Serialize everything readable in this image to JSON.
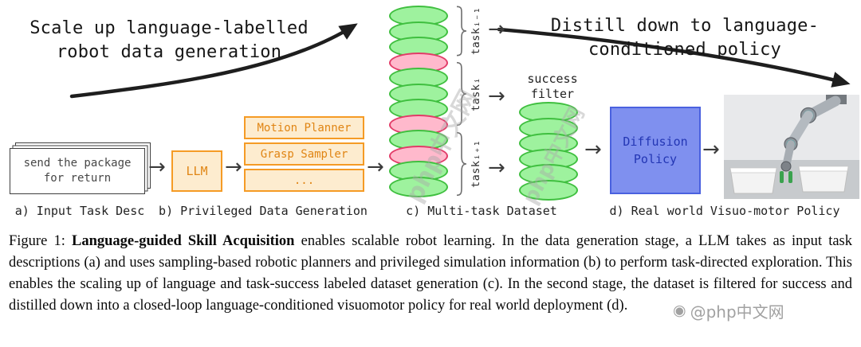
{
  "diagram": {
    "scale_up_line1": "Scale up language-labelled",
    "scale_up_line2": "robot data generation",
    "distill_line1": "Distill down to language-",
    "distill_line2": "conditioned policy",
    "input_card_line1": "send the package",
    "input_card_line2": "for return",
    "label_a": "a) Input Task Desc",
    "llm_label": "LLM",
    "planner_box1": "Motion Planner",
    "planner_box2": "Grasp Sampler",
    "planner_box3": "...",
    "label_b": "b) Privileged Data Generation",
    "dataset_disks": [
      "green",
      "green",
      "green",
      "pink",
      "green",
      "green",
      "green",
      "pink",
      "green",
      "pink",
      "green",
      "green"
    ],
    "task_label_prev": "taskᵢ₋₁",
    "task_label_cur": "taskᵢ",
    "task_label_next": "taskᵢ₊₁",
    "label_c": "c) Multi-task Dataset",
    "success_filter_line1": "success",
    "success_filter_line2": "filter",
    "filtered_disks": [
      "green",
      "green",
      "green",
      "green",
      "green",
      "green"
    ],
    "policy_line1": "Diffusion",
    "policy_line2": "Policy",
    "label_d": "d) Real world Visuo-motor Policy",
    "arrow_glyph": "→"
  },
  "colors": {
    "orange_border": "#f59b25",
    "orange_fill": "#fdeccf",
    "orange_text": "#e08514",
    "green_fill": "#9ef29e",
    "green_border": "#3fbf3f",
    "pink_fill": "#ffb9cc",
    "pink_border": "#e23b68",
    "blue_fill": "#7f90ef",
    "blue_border": "#4a61df",
    "blue_text": "#2336b4"
  },
  "watermarks": {
    "diagonal_text": "php中文网",
    "badge_logo_glyph": "◉",
    "badge_text": "@php中文网"
  },
  "caption": {
    "prefix": "Figure 1: ",
    "bold": "Language-guided Skill Acquisition",
    "body": " enables scalable robot learning. In the data generation stage, a LLM takes as input task descriptions (a) and uses sampling-based robotic planners and privileged simulation information (b) to perform task-directed exploration. This enables the scaling up of language and task-success labeled dataset generation (c). In the second stage, the dataset is filtered for success and distilled down into a closed-loop language-conditioned visuomotor policy for real world deployment (d)."
  }
}
